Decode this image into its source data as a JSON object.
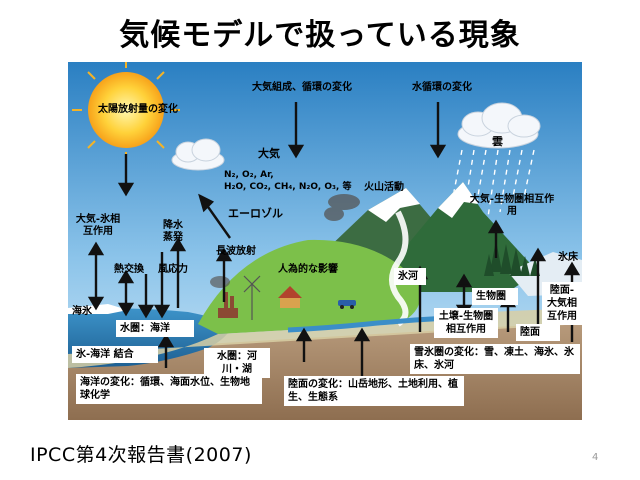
{
  "title": "気候モデルで扱っている現象",
  "source": "IPCC第4次報告書(2007)",
  "page_number": "4",
  "diagram": {
    "labels": {
      "sun": "太陽放射量の変化",
      "atmos_composition": "大気組成、循環の変化",
      "water_cycle": "水循環の変化",
      "cloud": "雲",
      "atmosphere": "大気",
      "gases_line1": "N₂, O₂, Ar,",
      "gases_line2": "H₂O, CO₂, CH₄, N₂O, O₃, 等",
      "aerosol": "エーロゾル",
      "volcano": "火山活動",
      "atmos_biosphere": "大気-生物圏相互作用",
      "atmos_ice": "大気-氷相互作用",
      "precip_evap": "降水蒸発",
      "longwave": "長波放射",
      "heat_exchange": "熱交換",
      "wind_stress": "風応力",
      "human_influence": "人為的な影響",
      "glacier": "氷河",
      "ice_sheet": "氷床",
      "biosphere": "生物圏",
      "land_atmos": "陸面-大気相互作用",
      "soil_biosphere": "土壌-生物圏相互作用",
      "land_surface": "陸面",
      "sea_ice": "海氷",
      "hydrosphere_ocean": "水圏：海洋",
      "ice_ocean_coupling": "氷-海洋 結合",
      "hydrosphere_rivers": "水圏：河川・湖",
      "cryosphere_changes": "雪氷圏の変化：雪、凍土、海氷、氷床、氷河",
      "ocean_changes": "海洋の変化：循環、海面水位、生物地球化学",
      "land_changes": "陸面の変化：山岳地形、土地利用、植生、生態系"
    },
    "colors": {
      "sky_top": "#2a7fc2",
      "sky_bottom": "#d8ecf8",
      "ocean": "#2b7db5",
      "hill": "#7cc04a",
      "mountain": "#2f6b3a",
      "soil": "#a7896b",
      "sun": "#f7a21a"
    }
  }
}
